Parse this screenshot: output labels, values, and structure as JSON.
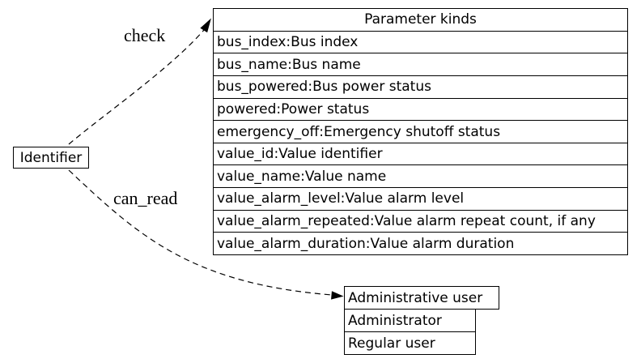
{
  "colors": {
    "background": "#ffffff",
    "line": "#000000",
    "text": "#000000"
  },
  "identifier_node": {
    "label": "Identifier"
  },
  "param_table": {
    "title": "Parameter kinds",
    "rows": [
      "bus_index:Bus index",
      "bus_name:Bus name",
      "bus_powered:Bus power status",
      "powered:Power status",
      "emergency_off:Emergency shutoff status",
      "value_id:Value identifier",
      "value_name:Value name",
      "value_alarm_level:Value alarm level",
      "value_alarm_repeated:Value alarm repeat count, if any",
      "value_alarm_duration:Value alarm duration"
    ]
  },
  "user_table": {
    "title": "Administrative user",
    "rows": [
      "Administrator",
      "Regular user"
    ]
  },
  "edges": [
    {
      "label": "check",
      "from": "Identifier",
      "to": "Parameter kinds"
    },
    {
      "label": "can_read",
      "from": "Identifier",
      "to": "Administrative user"
    }
  ]
}
